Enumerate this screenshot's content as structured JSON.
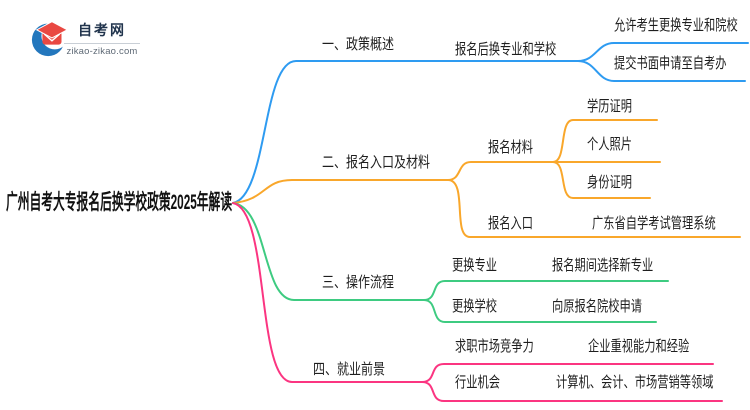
{
  "logo": {
    "site_name": "自考网",
    "domain": "zikao-zikao.com",
    "icon_blue": "#2377bd",
    "icon_red": "#e94842"
  },
  "central": {
    "label": "广州自考大专报名后换学校政策2025年解读"
  },
  "branches": [
    {
      "label": "一、政策概述",
      "color": "#2e9bf1",
      "children": [
        {
          "label": "报名后换专业和学校",
          "children": [
            {
              "label": "允许考生更换专业和院校"
            },
            {
              "label": "提交书面申请至自考办"
            }
          ]
        }
      ]
    },
    {
      "label": "二、报名入口及材料",
      "color": "#f9a72b",
      "children": [
        {
          "label": "报名材料",
          "children": [
            {
              "label": "学历证明"
            },
            {
              "label": "个人照片"
            },
            {
              "label": "身份证明"
            }
          ]
        },
        {
          "label": "报名入口",
          "children": [
            {
              "label": "广东省自学考试管理系统"
            }
          ]
        }
      ]
    },
    {
      "label": "三、操作流程",
      "color": "#3ecb81",
      "children": [
        {
          "label": "更换专业",
          "children": [
            {
              "label": "报名期间选择新专业"
            }
          ]
        },
        {
          "label": "更换学校",
          "children": [
            {
              "label": "向原报名院校申请"
            }
          ]
        }
      ]
    },
    {
      "label": "四、就业前景",
      "color": "#fb3581",
      "children": [
        {
          "label": "求职市场竞争力",
          "children": [
            {
              "label": "企业重视能力和经验"
            }
          ]
        },
        {
          "label": "行业机会",
          "children": [
            {
              "label": "计算机、会计、市场营销等领域"
            }
          ]
        }
      ]
    }
  ]
}
